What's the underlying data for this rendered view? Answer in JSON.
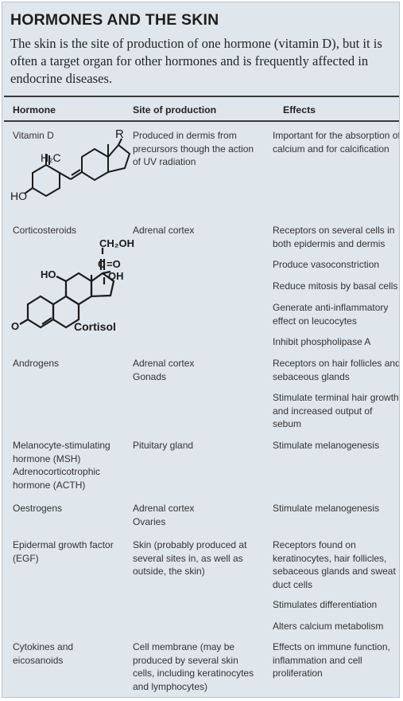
{
  "title": "HORMONES AND THE SKIN",
  "intro": "The skin is the site of production of one hormone (vitamin D), but it is often a target organ for other hormones and is frequently affected in endocrine diseases.",
  "headers": {
    "hormone": "Hormone",
    "site": "Site of production",
    "effects": "Effects"
  },
  "rows": [
    {
      "hormone": "Vitamin D",
      "site": "Produced in dermis from precursors though the action of UV radiation",
      "effects": [
        "Important for the absorption of calcium and for calcification"
      ]
    },
    {
      "hormone": "Corticosteroids",
      "site": "Adrenal cortex",
      "effects": [
        "Receptors on several cells in both epidermis and dermis",
        "Produce vasoconstriction",
        "Reduce mitosis by basal cells",
        "Generate anti-inflammatory effect on leucocytes",
        "Inhibit phospholipase A"
      ]
    },
    {
      "hormone": "Androgens",
      "site": "Adrenal cortex\nGonads",
      "effects": [
        "Receptors on hair follicles and sebaceous glands",
        "Stimulate terminal hair growth and increased output of sebum"
      ]
    },
    {
      "hormone": "Melanocyte-stimulating hormone (MSH)\nAdrenocorticotrophic hormone (ACTH)",
      "site": "Pituitary gland",
      "effects": [
        "Stimulate melanogenesis"
      ]
    },
    {
      "hormone": "Oestrogens",
      "site": "Adrenal cortex\nOvaries",
      "effects": [
        "Stimulate melanogenesis"
      ]
    },
    {
      "hormone": "Epidermal growth factor (EGF)",
      "site": "Skin (probably produced at several sites in, as well as outside, the skin)",
      "effects": [
        "Receptors found on keratinocytes, hair follicles, sebaceous glands and sweat duct cells",
        "Stimulates differentiation",
        "Alters calcium metabolism"
      ]
    },
    {
      "hormone": "Cytokines and eicosanoids",
      "site": "Cell membrane (may be produced by several skin cells, including keratinocytes and lymphocytes)",
      "effects": [
        "Effects on immune function, inflammation and cell proliferation"
      ]
    }
  ],
  "vitamin_d_structure": {
    "r_label": "R",
    "h2c_label": "H₂C",
    "ho_label": "HO"
  },
  "cortisol_structure": {
    "ch2oh_label": "CH₂OH",
    "c_label": "C",
    "o_label": "=O",
    "oh_label": "OH",
    "ho_label": "HO",
    "ketone_label": "O",
    "name": "Cortisol"
  }
}
